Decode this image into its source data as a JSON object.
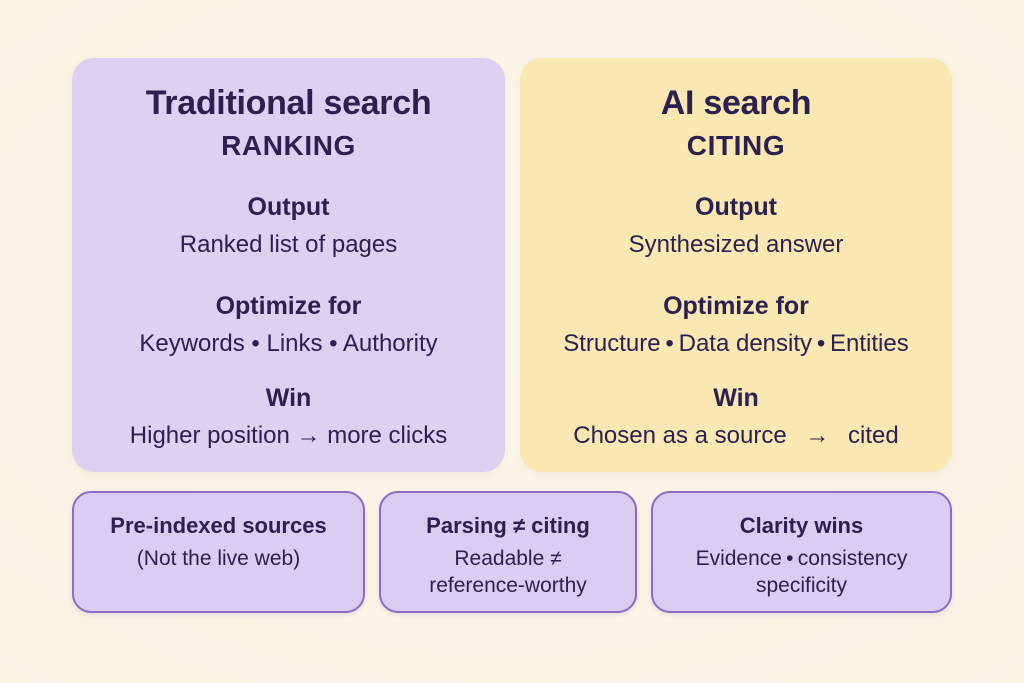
{
  "palette": {
    "background": "#FAF3E4",
    "card_lavender": "#DCD1F0",
    "card_yellow": "#FAE8B2",
    "note_fill": "#DACDF2",
    "note_border": "#8B6CC7",
    "text": "#2A2150"
  },
  "columns": [
    {
      "title": "Traditional search",
      "subtitle": "RANKING",
      "groups": [
        {
          "label": "Output",
          "value": "Ranked list of pages"
        },
        {
          "label": "Optimize for",
          "value": "Keywords • Links • Authority"
        },
        {
          "label": "Win",
          "value": "Higher position → more clicks"
        }
      ]
    },
    {
      "title": "AI search",
      "subtitle": "CITING",
      "groups": [
        {
          "label": "Output",
          "value": "Synthesized answer"
        },
        {
          "label": "Optimize for",
          "value": "Structure • Data density • Entities"
        },
        {
          "label": "Win",
          "value": "Chosen as a source  →  cited"
        }
      ]
    }
  ],
  "notes": [
    {
      "title": "Pre-indexed sources",
      "lines": [
        "(Not the live web)"
      ]
    },
    {
      "title": "Parsing ≠ citing",
      "lines": [
        "Readable ≠",
        "reference-worthy"
      ]
    },
    {
      "title": "Clarity wins",
      "lines": [
        "Evidence • consistency",
        "specificity"
      ]
    }
  ]
}
